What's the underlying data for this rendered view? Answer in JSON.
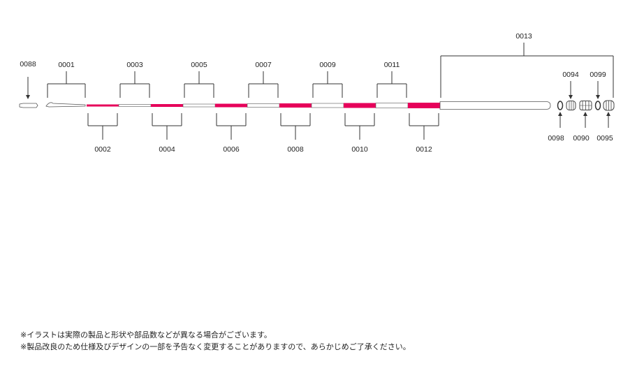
{
  "part_numbers": {
    "p0088": "0088",
    "p0001": "0001",
    "p0002": "0002",
    "p0003": "0003",
    "p0004": "0004",
    "p0005": "0005",
    "p0006": "0006",
    "p0007": "0007",
    "p0008": "0008",
    "p0009": "0009",
    "p0010": "0010",
    "p0011": "0011",
    "p0012": "0012",
    "p0013": "0013",
    "p0094": "0094",
    "p0099": "0099",
    "p0098": "0098",
    "p0090": "0090",
    "p0095": "0095"
  },
  "colors": {
    "pink": "#e6005a",
    "white_section": "#ffffff",
    "outline": "#555555",
    "leader": "#333333"
  },
  "notes": [
    "※イラストは実際の製品と形状や部品数などが異なる場合がございます。",
    "※製品改良のため仕様及びデザインの一部を予告なく変更することがありますので、あらかじめご了承ください。"
  ]
}
